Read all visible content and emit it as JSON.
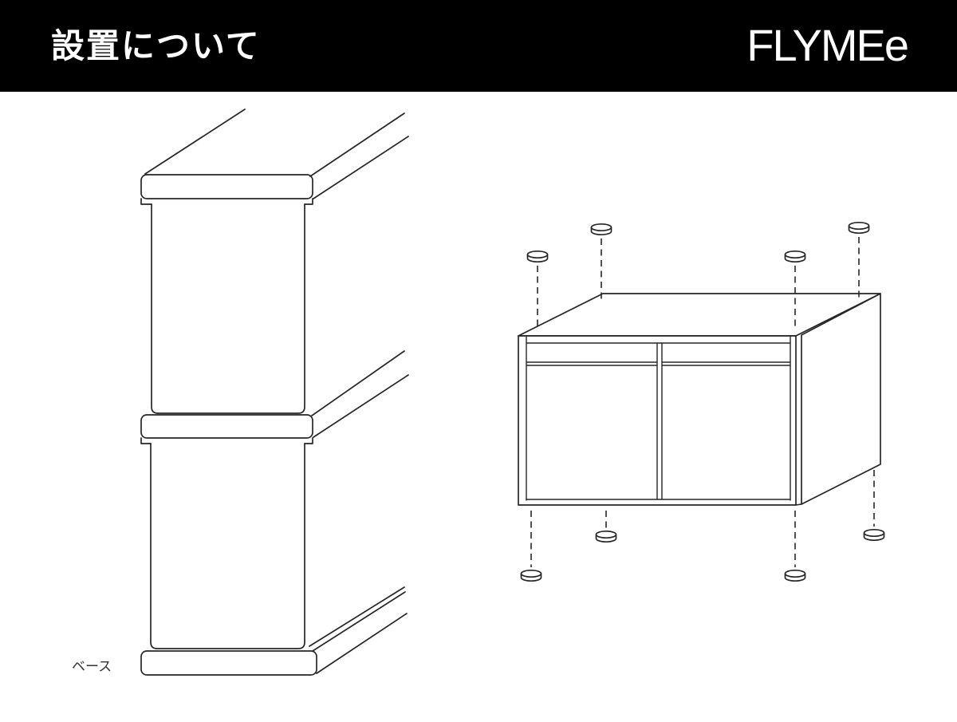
{
  "header": {
    "title": "設置について",
    "brand": "FLYMEe",
    "bg_color": "#000000",
    "text_color": "#ffffff"
  },
  "diagram": {
    "left_figure_label": "ベース",
    "line_color": "#262626",
    "background_color": "#ffffff"
  }
}
